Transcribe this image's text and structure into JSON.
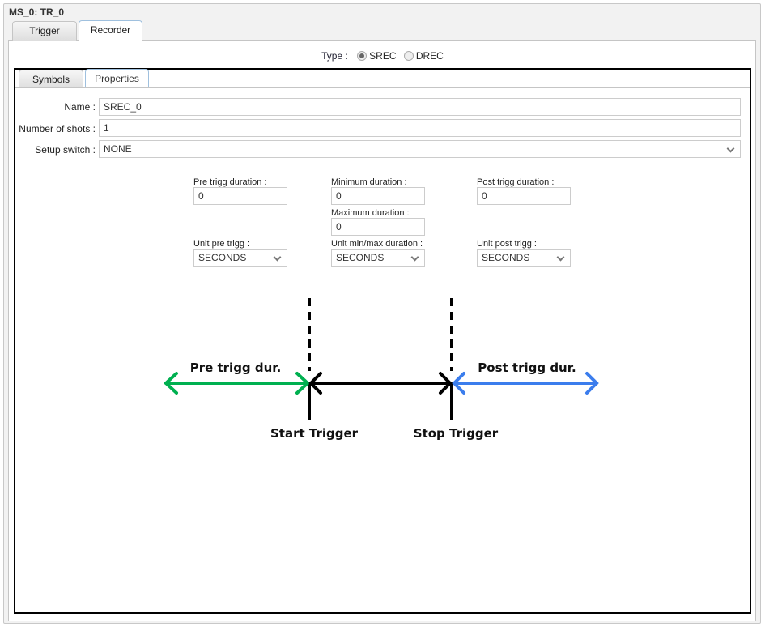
{
  "window": {
    "title": "MS_0: TR_0"
  },
  "tabs": [
    {
      "label": "Trigger",
      "active": false
    },
    {
      "label": "Recorder",
      "active": true
    }
  ],
  "type": {
    "label": "Type :",
    "options": [
      {
        "label": "SREC",
        "checked": true
      },
      {
        "label": "DREC",
        "checked": false
      }
    ]
  },
  "subtabs": [
    {
      "label": "Symbols",
      "active": false
    },
    {
      "label": "Properties",
      "active": true
    }
  ],
  "form": {
    "name": {
      "label": "Name :",
      "value": "SREC_0"
    },
    "shots": {
      "label": "Number of shots :",
      "value": "1"
    },
    "setup": {
      "label": "Setup switch :",
      "value": "NONE"
    }
  },
  "durations": {
    "pre": {
      "label": "Pre trigg duration :",
      "value": "0"
    },
    "min": {
      "label": "Minimum duration :",
      "value": "0"
    },
    "max": {
      "label": "Maximum duration :",
      "value": "0"
    },
    "post": {
      "label": "Post trigg duration :",
      "value": "0"
    },
    "unit_pre": {
      "label": "Unit pre trigg :",
      "value": "SECONDS"
    },
    "unit_minmax": {
      "label": "Unit min/max duration :",
      "value": "SECONDS"
    },
    "unit_post": {
      "label": "Unit post trigg :",
      "value": "SECONDS"
    }
  },
  "diagram": {
    "pre": "Pre trigg dur.",
    "post": "Post trigg dur.",
    "start": "Start Trigger",
    "stop": "Stop Trigger",
    "colors": {
      "pre": "#00b050",
      "post": "#3b7ded",
      "mid": "#000000"
    }
  }
}
